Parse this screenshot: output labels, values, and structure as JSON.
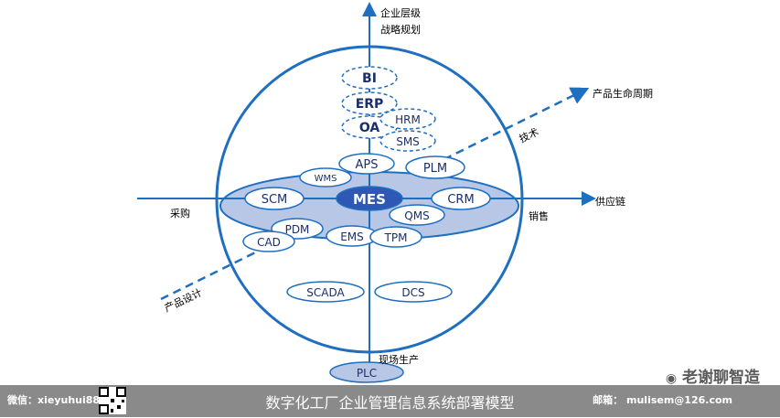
{
  "axes": {
    "top_line1": "企业层级",
    "top_line2": "战略规划",
    "left": "采购",
    "right": "供应链",
    "right_inner": "销售",
    "bottom": "现场生产",
    "diag_upper": "产品生命周期",
    "diag_tech": "技术",
    "diag_lower": "产品设计"
  },
  "nodes": {
    "bi": "BI",
    "erp": "ERP",
    "oa": "OA",
    "hrm": "HRM",
    "sms": "SMS",
    "aps": "APS",
    "wms": "WMS",
    "plm": "PLM",
    "scm": "SCM",
    "mes": "MES",
    "crm": "CRM",
    "qms": "QMS",
    "pdm": "PDM",
    "cad": "CAD",
    "ems": "EMS",
    "tpm": "TPM",
    "scada": "SCADA",
    "dcs": "DCS",
    "plc": "PLC"
  },
  "footer": {
    "wechat": "微信：xieyuhui888",
    "title": "数字化工厂企业管理信息系统部署模型",
    "email": "邮箱： mulisem@126.com"
  },
  "brand": "老谢聊智造",
  "colors": {
    "primary": "#1f6fc0",
    "disc": "#b8c7e6",
    "mes": "#2f58b4",
    "footer": "#8a8a8a"
  }
}
